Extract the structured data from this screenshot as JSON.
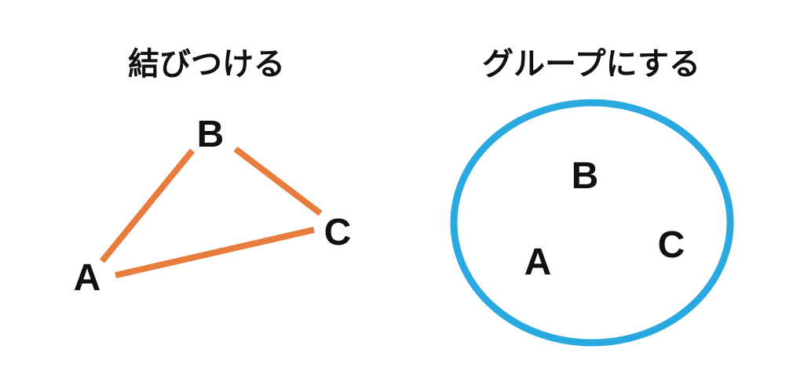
{
  "diagram": {
    "type": "concept-comparison",
    "background": "#FFFFFF",
    "left_panel": {
      "title": "結びつける",
      "concept": "connect-nodes-with-lines",
      "nodes": [
        {
          "id": "A",
          "label": "A"
        },
        {
          "id": "B",
          "label": "B"
        },
        {
          "id": "C",
          "label": "C"
        }
      ],
      "edges": [
        {
          "from": "A",
          "to": "B"
        },
        {
          "from": "B",
          "to": "C"
        },
        {
          "from": "A",
          "to": "C"
        }
      ]
    },
    "right_panel": {
      "title": "グループにする",
      "concept": "enclose-nodes-in-group",
      "group_shape": "ellipse",
      "nodes": [
        {
          "id": "A",
          "label": "A"
        },
        {
          "id": "B",
          "label": "B"
        },
        {
          "id": "C",
          "label": "C"
        }
      ]
    },
    "colors": {
      "edge_orange": "#E87C3C",
      "group_blue": "#29A9E0",
      "label_black": "#111111"
    }
  }
}
